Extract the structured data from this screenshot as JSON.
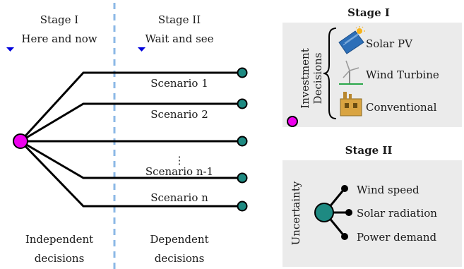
{
  "left": {
    "stage1_title": "Stage I",
    "stage1_sub": "Here and now",
    "stage2_title": "Stage II",
    "stage2_sub": "Wait and see",
    "scenarios": [
      "Scenario 1",
      "Scenario 2",
      "",
      "Scenario n-1",
      "Scenario n"
    ],
    "ellipsis": "⋮",
    "bottom_left": [
      "Independent",
      "decisions"
    ],
    "bottom_right": [
      "Dependent",
      "decisions"
    ]
  },
  "right": {
    "stage1_box_title": "Stage I",
    "investment_label": [
      "Investment",
      "Decisions"
    ],
    "options": [
      "Solar PV",
      "Wind Turbine",
      "Conventional"
    ],
    "option_icons": [
      "solar-panel-icon",
      "wind-turbine-icon",
      "power-plant-icon"
    ],
    "stage2_box_title": "Stage II",
    "uncertainty_label": "Uncertainty",
    "uncertainties": [
      "Wind speed",
      "Solar radiation",
      "Power demand"
    ]
  },
  "colors": {
    "root_node": "#ee00ee",
    "leaf_node": "#1e8a82",
    "divider": "#8cb8e6",
    "box_bg": "#ebebeb",
    "arrow": "#0000dd"
  }
}
